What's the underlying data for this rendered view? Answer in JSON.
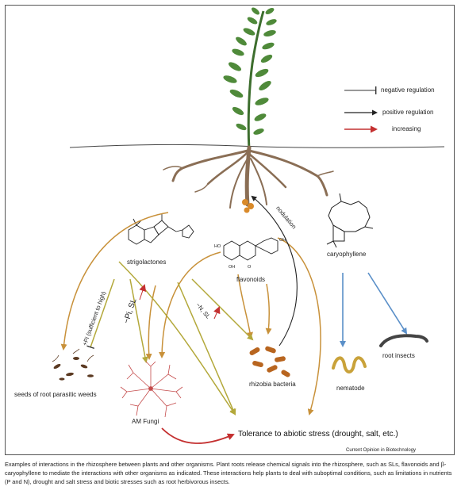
{
  "legend": {
    "negative": "negative regulation",
    "positive": "positive regulation",
    "increasing": "increasing"
  },
  "labels": {
    "strigolactones": "strigolactones",
    "flavonoids": "flavonoids",
    "caryophyllene": "caryophyllene",
    "nodulation": "nodulation",
    "pi_high": "+Pi (sufficient to high)",
    "pi_sl": "−Pi, SL",
    "n_sl": "−N, SL",
    "seeds": "seeds of root parasitic weeds",
    "am_fungi": "AM Fungi",
    "rhizobia": "rhizobia bacteria",
    "nematode": "nematode",
    "root_insects": "root insects",
    "tolerance": "Tolerance to abiotic stress (drought, salt, etc.)",
    "source": "Current Opinion in Biotechnology",
    "oh": "OH",
    "ho": "HO",
    "o": "O"
  },
  "caption": "Examples of interactions in the rhizosphere between plants and other organisms. Plant roots release chemical signals into the rhizosphere, such as SLs, flavonoids and β-caryophyllene to mediate the interactions with other organisms as indicated. These interactions help plants to deal with suboptimal conditions, such as limitations in nutrients (P and N), drought and salt stress and biotic stresses such as root herbivorous insects.",
  "colors": {
    "orange_arrow": "#c8913a",
    "olive_arrow": "#b3a83a",
    "blue_arrow": "#5a8fc8",
    "red_arrow": "#c43030",
    "leaf": "#4f8a3a",
    "root": "#8a6e55",
    "bacteria": "#b8651f"
  }
}
